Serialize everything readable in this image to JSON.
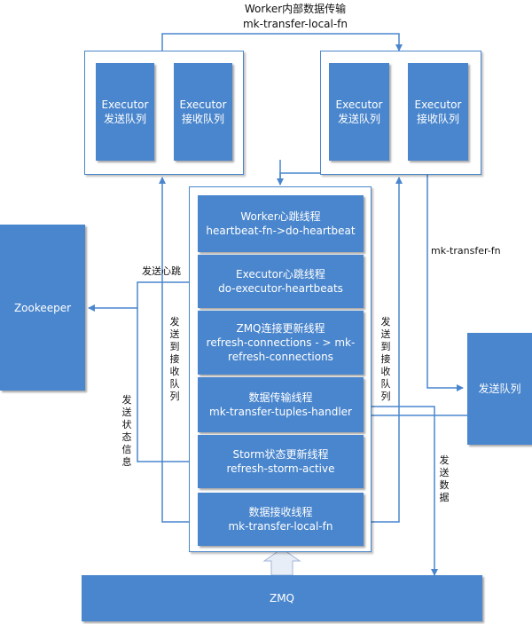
{
  "title": {
    "line1": "Worker内部数据传输",
    "line2": "mk-transfer-local-fn"
  },
  "left_worker": {
    "send_queue": [
      "Executor",
      "发送队列"
    ],
    "recv_queue": [
      "Executor",
      "接收队列"
    ]
  },
  "right_worker": {
    "send_queue": [
      "Executor",
      "发送队列"
    ],
    "recv_queue": [
      "Executor",
      "接收队列"
    ]
  },
  "threads": [
    {
      "title": "Worker心跳线程",
      "sub": "heartbeat-fn->do-heartbeat"
    },
    {
      "title": "Executor心跳线程",
      "sub": "do-executor-heartbeats"
    },
    {
      "title": "ZMQ连接更新线程",
      "sub": "refresh-connections - > mk-refresh-connections"
    },
    {
      "title": "数据传输线程",
      "sub": "mk-transfer-tuples-handler"
    },
    {
      "title": "Storm状态更新线程",
      "sub": "refresh-storm-active"
    },
    {
      "title": "数据接收线程",
      "sub": "mk-transfer-local-fn"
    }
  ],
  "zookeeper": "Zookeeper",
  "send_queue_right": "发送队列",
  "zmq": "ZMQ",
  "labels": {
    "send_heartbeat": "发送心跳",
    "send_to_recv_left": "发送到接收队列",
    "send_to_recv_right": "发送到接收队列",
    "send_status": "发送状态信息",
    "mk_transfer_fn": "mk-transfer-fn",
    "send_data": "发送数据"
  },
  "colors": {
    "block": "#4a86cd",
    "line": "#4a86cd",
    "text": "#111111"
  }
}
